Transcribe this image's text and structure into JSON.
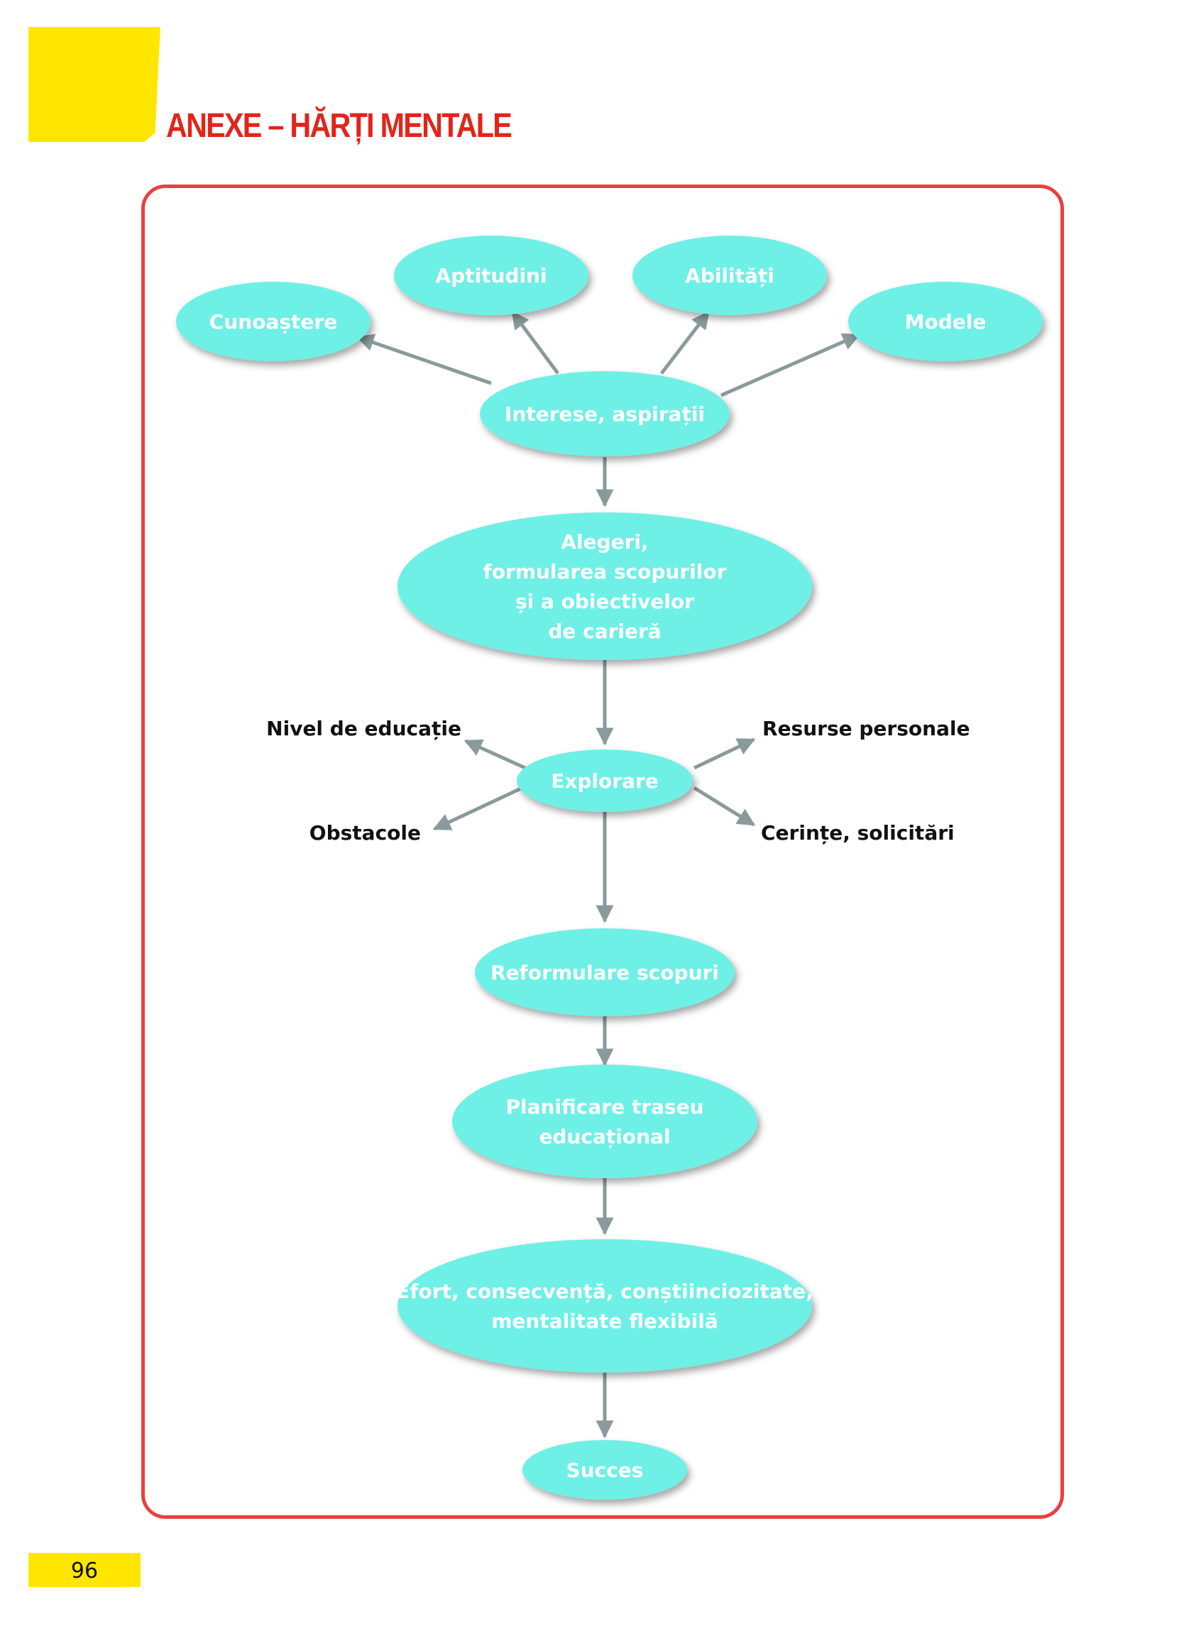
{
  "header": {
    "title": "ANEXE – HĂRȚI MENTALE"
  },
  "footer": {
    "page_number": "96"
  },
  "colors": {
    "accent_yellow": "#ffe600",
    "title_red": "#e1251b",
    "frame_red": "#e94040",
    "node_fill": "#6ef0e6",
    "arrow": "#8a9a9b"
  },
  "diagram": {
    "nodes": {
      "aptitudini": [
        "Aptitudini"
      ],
      "abilitati": [
        "Abilități"
      ],
      "cunoastere": [
        "Cunoaștere"
      ],
      "modele": [
        "Modele"
      ],
      "interese": [
        "Interese, aspirații"
      ],
      "alegeri": [
        "Alegeri,",
        "formularea scopurilor",
        "și a  obiectivelor",
        "de carieră"
      ],
      "explorare": [
        "Explorare"
      ],
      "reformulare": [
        "Reformulare scopuri"
      ],
      "planificare": [
        "Planificare traseu",
        "educațional"
      ],
      "efort": [
        "Efort, consecvență, conștiinciozitate,",
        "mentalitate flexibilă"
      ],
      "succes": [
        "Succes"
      ]
    },
    "labels": {
      "nivel": "Nivel de educație",
      "resurse": "Resurse personale",
      "obstacole": "Obstacole",
      "cerinte": "Cerințe, solicitări"
    }
  }
}
